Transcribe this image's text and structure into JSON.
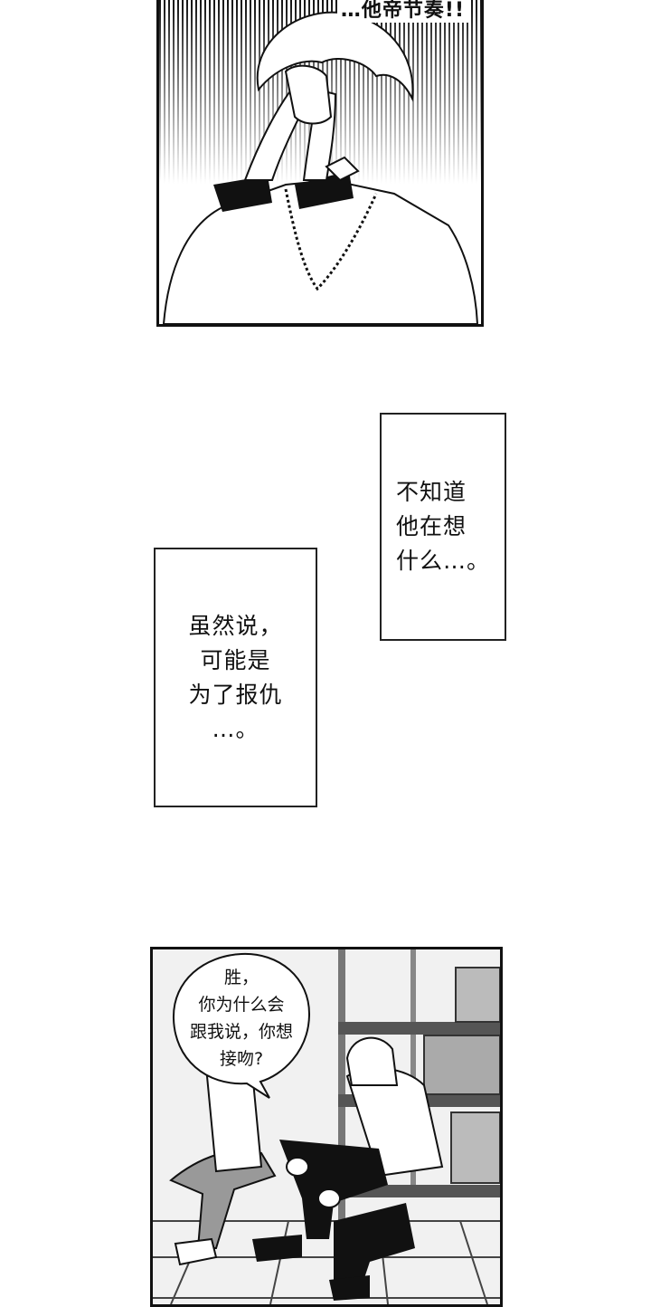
{
  "panels": {
    "top": {
      "sfx": "…他帝节奏!!",
      "illustration": "man-covering-face-illustration"
    },
    "bottom": {
      "speech": "胜，\n你为什么会\n跟我说，你想\n接吻?",
      "illustration": "two-people-sitting-by-shelves-illustration"
    }
  },
  "captions": [
    {
      "text": "不知道\n他在想\n什么…。"
    },
    {
      "text": "虽然说，\n可能是\n为了报仇\n…。"
    }
  ]
}
